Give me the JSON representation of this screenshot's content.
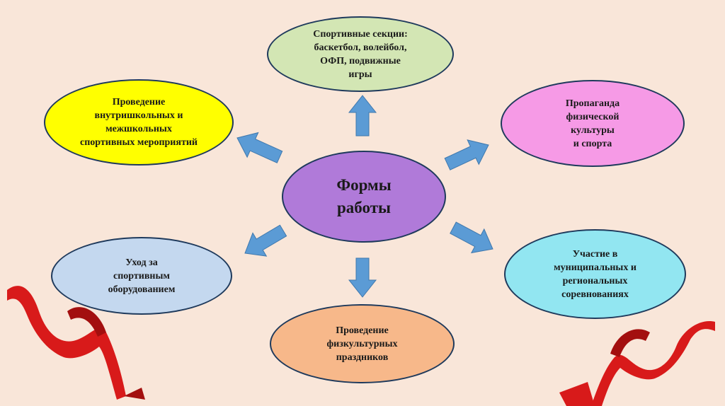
{
  "diagram": {
    "center": {
      "label": "Формы\nработы",
      "color": "#b07ad9"
    },
    "nodes": [
      {
        "id": "sports-sections",
        "label": "Спортивные секции:\nбаскетбол, волейбол,\nОФП, подвижные\nигры",
        "color": "#d3e6b4"
      },
      {
        "id": "events",
        "label": "Проведение\nвнутришкольных и\nмежшкольных\nспортивных мероприятий",
        "color": "#ffff00"
      },
      {
        "id": "propaganda",
        "label": "Пропаганда\nфизической\nкультуры\nи спорта",
        "color": "#f69ae6"
      },
      {
        "id": "equipment-care",
        "label": "Уход за\nспортивным\nоборудованием",
        "color": "#c4d8ef"
      },
      {
        "id": "competitions",
        "label": "Участие в\nмуниципальных и\nрегиональных\nсоревнованиях",
        "color": "#92e6f1"
      },
      {
        "id": "sports-holidays",
        "label": "Проведение\nфизкультурных\nпраздников",
        "color": "#f7b88a"
      }
    ],
    "arrow_color": "#5b9bd5",
    "ribbon_color": "#d81a1a"
  }
}
